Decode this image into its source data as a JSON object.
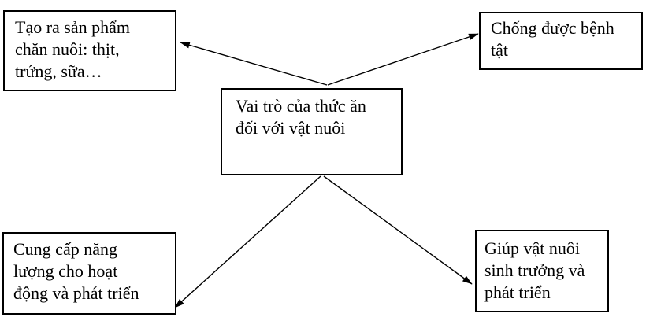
{
  "diagram": {
    "title": "Vai trò của thức ăn đối với vật nuôi",
    "colors": {
      "background": "#ffffff",
      "box_border": "#000000",
      "text": "#000000",
      "arrow": "#000000"
    },
    "nodes": {
      "center": {
        "text": "Vai trò của thức ăn đối với vật nuôi",
        "lines": [
          "Vai trò của thức ăn",
          "đối với vật nuôi"
        ]
      },
      "top_left": {
        "text": "Tạo ra sản phẩm chăn nuôi: thịt, trứng, sữa…",
        "lines": [
          "Tạo ra sản phẩm",
          "chăn nuôi: thịt,",
          "trứng, sữa…"
        ]
      },
      "top_right": {
        "text": "Chống được bệnh tật",
        "lines": [
          "Chống được bệnh",
          "tật"
        ]
      },
      "bottom_left": {
        "text": "Cung cấp năng lượng cho hoạt động và phát triển",
        "lines": [
          "Cung cấp năng",
          "lượng cho hoạt",
          "động và phát triển"
        ]
      },
      "bottom_right": {
        "text": "Giúp vật nuôi sinh trưởng và phát triển",
        "lines": [
          "Giúp vật nuôi",
          "sinh trưởng và",
          "phát triển"
        ]
      }
    },
    "edges": [
      {
        "from": "center",
        "to": "top_left"
      },
      {
        "from": "center",
        "to": "top_right"
      },
      {
        "from": "center",
        "to": "bottom_left"
      },
      {
        "from": "center",
        "to": "bottom_right"
      }
    ]
  }
}
